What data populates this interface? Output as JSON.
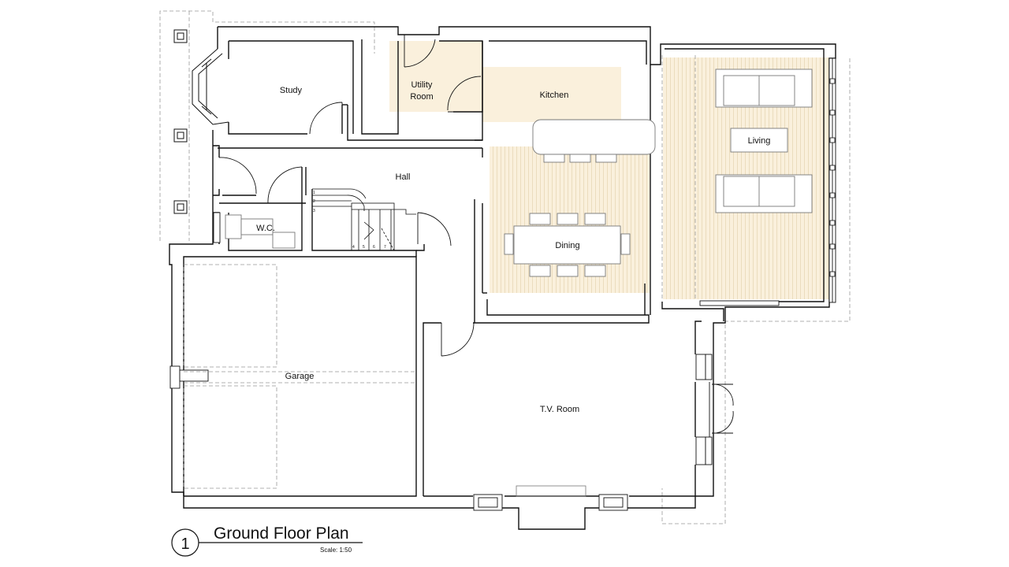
{
  "rooms": {
    "study": "Study",
    "utility_line1": "Utility",
    "utility_line2": "Room",
    "kitchen": "Kitchen",
    "living": "Living",
    "hall": "Hall",
    "wc": "W.C.",
    "dining": "Dining",
    "garage": "Garage",
    "tv_room": "T.V. Room"
  },
  "stairs": {
    "steps": [
      "1",
      "2",
      "3",
      "4",
      "5",
      "6",
      "7"
    ]
  },
  "title_block": {
    "number": "1",
    "title": "Ground Floor Plan",
    "scale": "Scale: 1:50"
  },
  "colors": {
    "wall": "#111111",
    "fill_tan": "#faf0dc",
    "floorboard": "#e6d8b8",
    "dashed": "#999999",
    "furniture": "#777777"
  }
}
